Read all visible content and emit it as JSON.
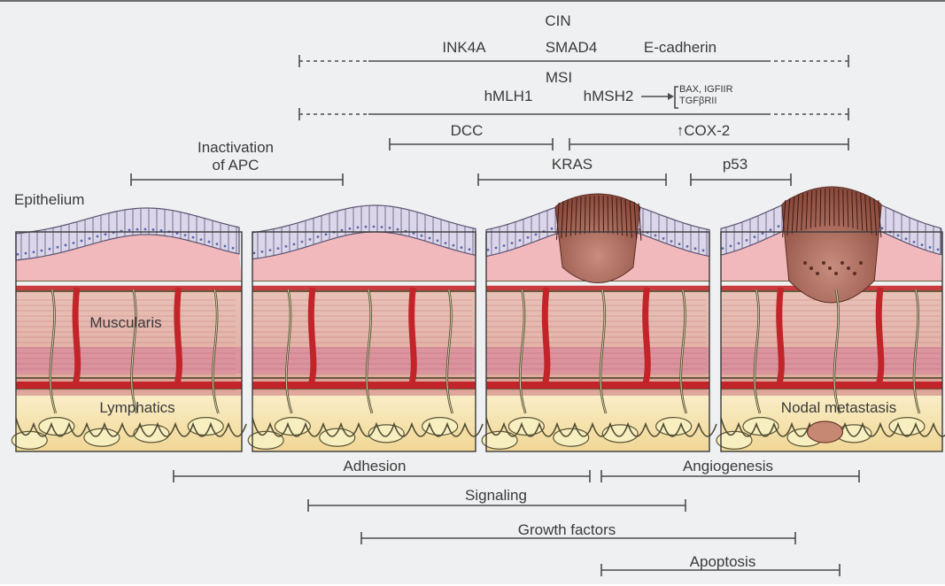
{
  "top_pathways": {
    "cin": "CIN",
    "ink4a": "INK4A",
    "smad4": "SMAD4",
    "ecadherin": "E-cadherin",
    "msi": "MSI",
    "hmlh1": "hMLH1",
    "hmsh2": "hMSH2",
    "bax_igfiir": "BAX, IGFIIR",
    "tgfbrii": "TGFβRII",
    "dcc": "DCC",
    "cox2": "↑COX-2",
    "apc": "Inactivation\nof APC",
    "kras": "KRAS",
    "p53": "p53"
  },
  "tissue_labels": {
    "epithelium": "Epithelium",
    "muscularis": "Muscularis",
    "lymphatics": "Lymphatics",
    "nodal_metastasis": "Nodal metastasis"
  },
  "bottom_processes": {
    "adhesion": "Adhesion",
    "angiogenesis": "Angiogenesis",
    "signaling": "Signaling",
    "growth_factors": "Growth factors",
    "apoptosis": "Apoptosis"
  },
  "colors": {
    "line": "#4a4a4a",
    "epithelium_cell": "#dcd6ea",
    "epithelium_pink": "#f2b9bd",
    "muscle": "#e6b8b0",
    "vessel": "#c2242a",
    "fat": "#f6e6b4",
    "tumor": "#9b5a4e"
  }
}
